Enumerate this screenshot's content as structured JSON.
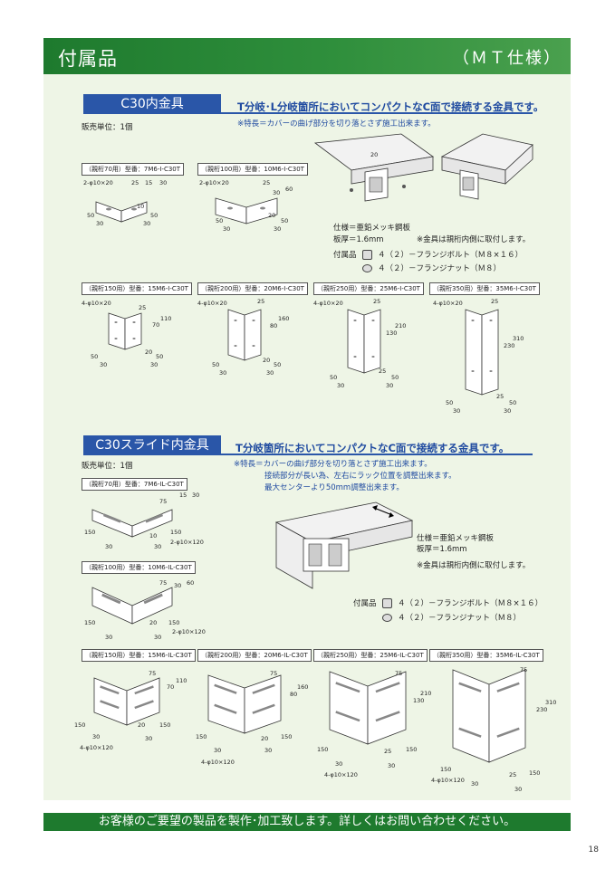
{
  "header": {
    "title": "付属品",
    "spec": "（ＭＴ仕様）"
  },
  "s1": {
    "title": "C30内金具",
    "heading": "T分岐･L分岐箇所においてコンパクトなC面で接続する金具です。",
    "note": "※特長＝カバーの曲げ部分を切り落とさず施工出来ます。",
    "unit": "販売単位：1個",
    "spec_material": "仕様＝亜鉛メッキ鋼板",
    "spec_thickness": "板厚＝1.6mm",
    "spec_note": "※金具は親桁内側に取付します。",
    "acc_label": "付属品",
    "acc1": "４（２）－フランジボルト（Ｍ８×１６）",
    "acc2": "４（２）－フランジナット（Ｍ８）",
    "labels": [
      "（親桁70用）型番：7M6-I-C30T",
      "（親桁100用）型番：10M6-I-C30T",
      "（親桁150用）型番：15M6-I-C30T",
      "（親桁200用）型番：20M6-I-C30T",
      "（親桁250用）型番：25M6-I-C30T",
      "（親桁350用）型番：35M6-I-C30T"
    ]
  },
  "s2": {
    "title": "C30スライド内金具",
    "heading": "T分岐箇所においてコンパクトなC面で接続する金具です。",
    "note1": "※特長＝カバーの曲げ部分を切り落とさず施工出来ます。",
    "note2": "接続部分が長い為、左右にラック位置を調整出来ます。",
    "note3": "最大センターより50mm調整出来ます。",
    "unit": "販売単位：1個",
    "spec_material": "仕様＝亜鉛メッキ鋼板",
    "spec_thickness": "板厚＝1.6mm",
    "spec_note": "※金具は親桁内側に取付します。",
    "acc_label": "付属品",
    "acc1": "４（２）－フランジボルト（Ｍ８×１６）",
    "acc2": "４（２）－フランジナット（Ｍ８）",
    "labels": [
      "（親桁70用）型番：7M6-IL-C30T",
      "（親桁100用）型番：10M6-IL-C30T",
      "（親桁150用）型番：15M6-IL-C30T",
      "（親桁200用）型番：20M6-IL-C30T",
      "（親桁250用）型番：25M6-IL-C30T",
      "（親桁350用）型番：35M6-IL-C30T"
    ]
  },
  "dims": {
    "d2phi": "2-φ10×20",
    "d4phi": "4-φ10×20",
    "d4phi120": "4-φ10×120",
    "d2phi120": "2-φ10×120",
    "d10": "10",
    "d15": "15",
    "d20": "20",
    "d25": "25",
    "d30": "30",
    "d50": "50",
    "d60": "60",
    "d70": "70",
    "d75": "75",
    "d80": "80",
    "d110": "110",
    "d130": "130",
    "d150": "150",
    "d160": "160",
    "d210": "210",
    "d230": "230",
    "d310": "310"
  },
  "footer": "お客様のご要望の製品を製作･加工致します。詳しくはお問い合わせください。",
  "page_number": "18"
}
